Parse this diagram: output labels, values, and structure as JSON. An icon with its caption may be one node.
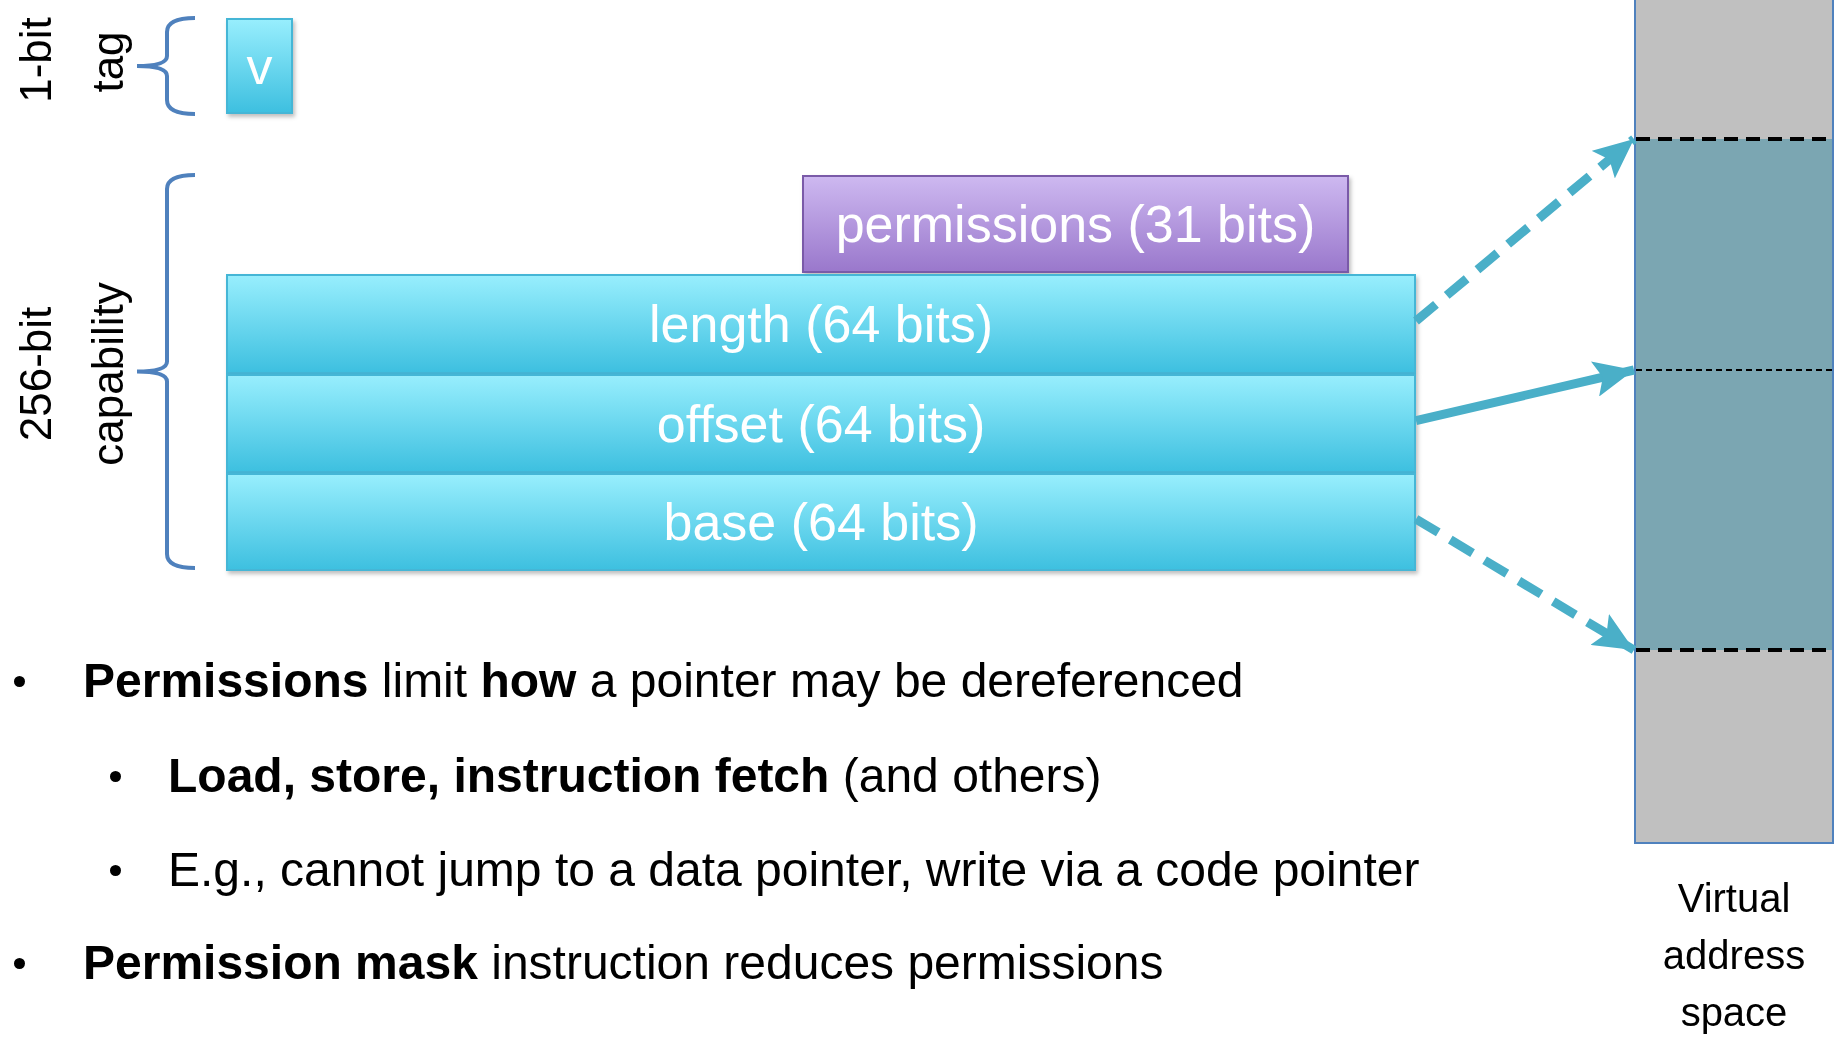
{
  "diagram": {
    "nodes": [
      {
        "text": [
          "v"
        ]
      },
      {
        "text": [
          "permissions (31 bits)"
        ]
      },
      {
        "text": [
          "length (64 bits)"
        ]
      },
      {
        "text": [
          "offset (64 bits)"
        ]
      },
      {
        "text": [
          "base (64 bits)"
        ]
      },
      {
        "text": [],
        "shape": "bar",
        "beside": [
          "Virtual address space"
        ]
      }
    ],
    "edges": [
      {
        "from": 2,
        "to": 5,
        "arrow": "to",
        "style": "dashed"
      },
      {
        "from": 3,
        "to": 5,
        "arrow": "to"
      },
      {
        "from": 4,
        "to": 5,
        "arrow": "to",
        "style": "dashed"
      }
    ],
    "labels": [
      "1-bit",
      "tag",
      "256-bit",
      "capability",
      "**Permissions** limit **how** a pointer may be dereferenced",
      "**Load, store, instruction fetch** (and others)",
      "E.g., cannot jump to a data pointer, write via a code pointer",
      "**Permission mask** instruction reduces permissions"
    ]
  }
}
